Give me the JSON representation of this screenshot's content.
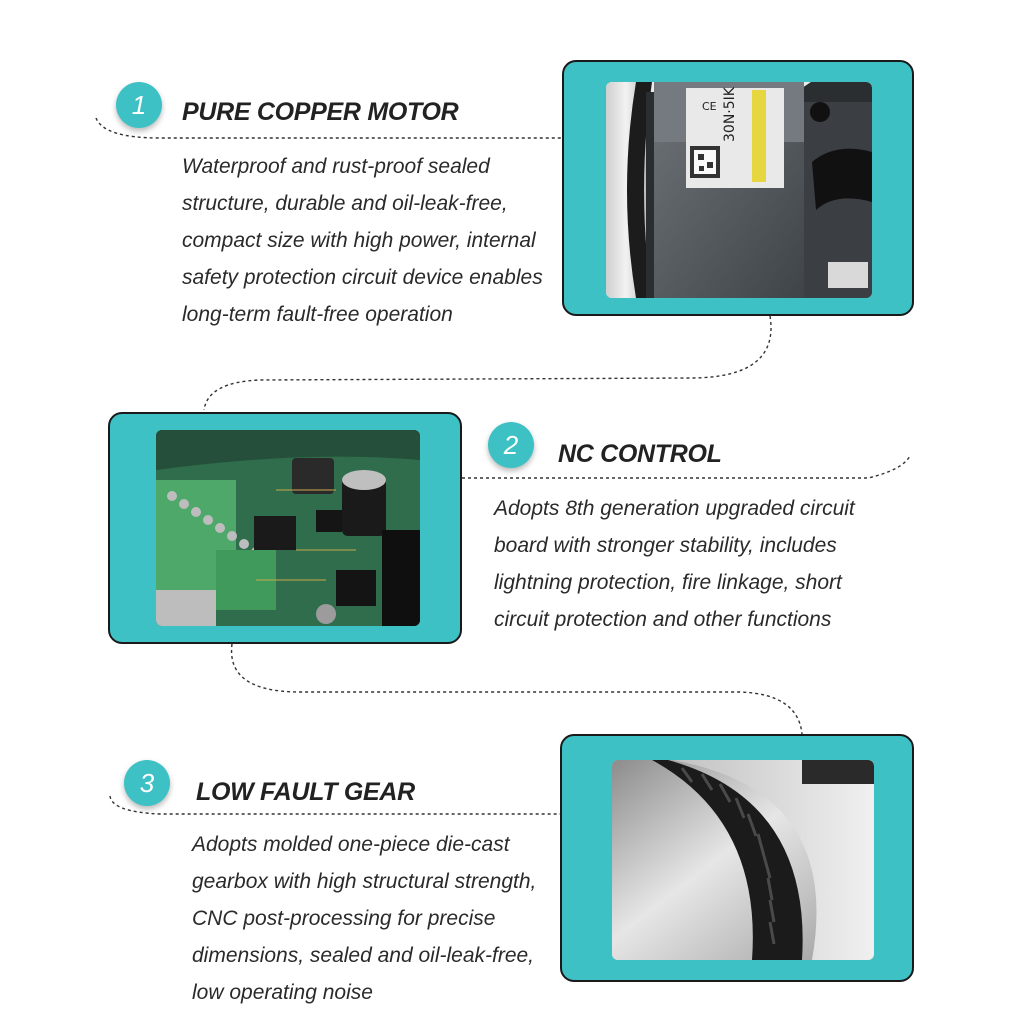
{
  "features": [
    {
      "number": "1",
      "title": "PURE COPPER MOTOR",
      "lines": [
        "Waterproof and rust-proof sealed",
        "structure, durable and oil-leak-free,",
        "compact size with high power, internal",
        "safety protection circuit device enables",
        "long-term fault-free operation"
      ],
      "photo_label": "30N·5IK"
    },
    {
      "number": "2",
      "title": "NC CONTROL",
      "lines": [
        "Adopts 8th generation upgraded circuit",
        "board with stronger stability, includes",
        "lightning protection, fire linkage, short",
        "circuit protection and other functions"
      ]
    },
    {
      "number": "3",
      "title": "LOW FAULT GEAR",
      "lines": [
        "Adopts molded one-piece die-cast",
        "gearbox with high structural strength,",
        "CNC post-processing for precise",
        "dimensions, sealed and oil-leak-free,",
        "low operating noise"
      ]
    }
  ],
  "colors": {
    "accent": "#3dc1c4",
    "text": "#222222",
    "border": "#1a1a1a"
  }
}
